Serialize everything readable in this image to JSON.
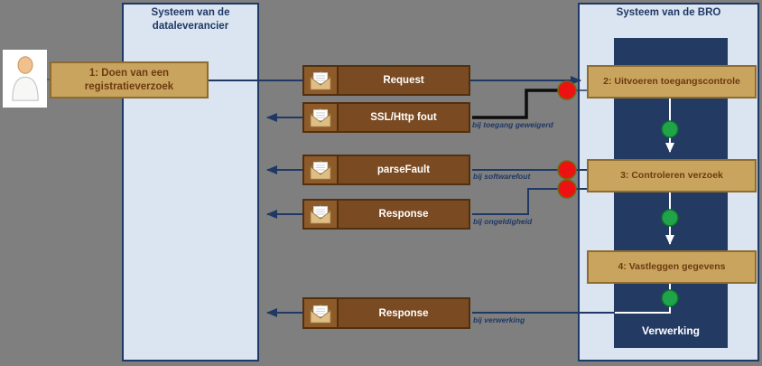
{
  "colors": {
    "background": "#7f7f7f",
    "panel_fill": "#dbe5f1",
    "navy": "#1f3864",
    "lifeline_fill": "#233a63",
    "step_fill": "#c9a45e",
    "step_border": "#8e6c30",
    "step_text": "#6e3a10",
    "message_fill": "#7a4a22",
    "message_border": "#52300e",
    "message_icon_bg": "#8d5a2a",
    "error_dot": "#ee1111",
    "success_dot": "#1fa44a",
    "error_path": "#0d0d0d"
  },
  "panels": {
    "left": {
      "title": "Systeem van de dataleverancier"
    },
    "right": {
      "title": "Systeem van de BRO",
      "lifeline_label": "Verwerking"
    }
  },
  "actor": {
    "icon": "person-icon"
  },
  "steps": [
    {
      "label": "1: Doen van een registratieverzoek"
    },
    {
      "label": "2: Uitvoeren toegangscontrole"
    },
    {
      "label": "3:  Controleren verzoek"
    },
    {
      "label": "4: Vastleggen gegevens"
    }
  ],
  "messages": [
    {
      "label": "Request",
      "direction": "to-bro",
      "condition": "",
      "icon": "envelope-icon"
    },
    {
      "label": "SSL/Http fout",
      "direction": "to-dataleverancier",
      "condition": "bij toegang geweigerd",
      "icon": "envelope-icon"
    },
    {
      "label": "parseFault",
      "direction": "to-dataleverancier",
      "condition": "bij softwarefout",
      "icon": "envelope-icon"
    },
    {
      "label": "Response",
      "direction": "to-dataleverancier",
      "condition": "bij ongeldigheid",
      "icon": "envelope-icon"
    },
    {
      "label": "Response",
      "direction": "to-dataleverancier",
      "condition": "bij verwerking",
      "icon": "envelope-icon"
    }
  ]
}
